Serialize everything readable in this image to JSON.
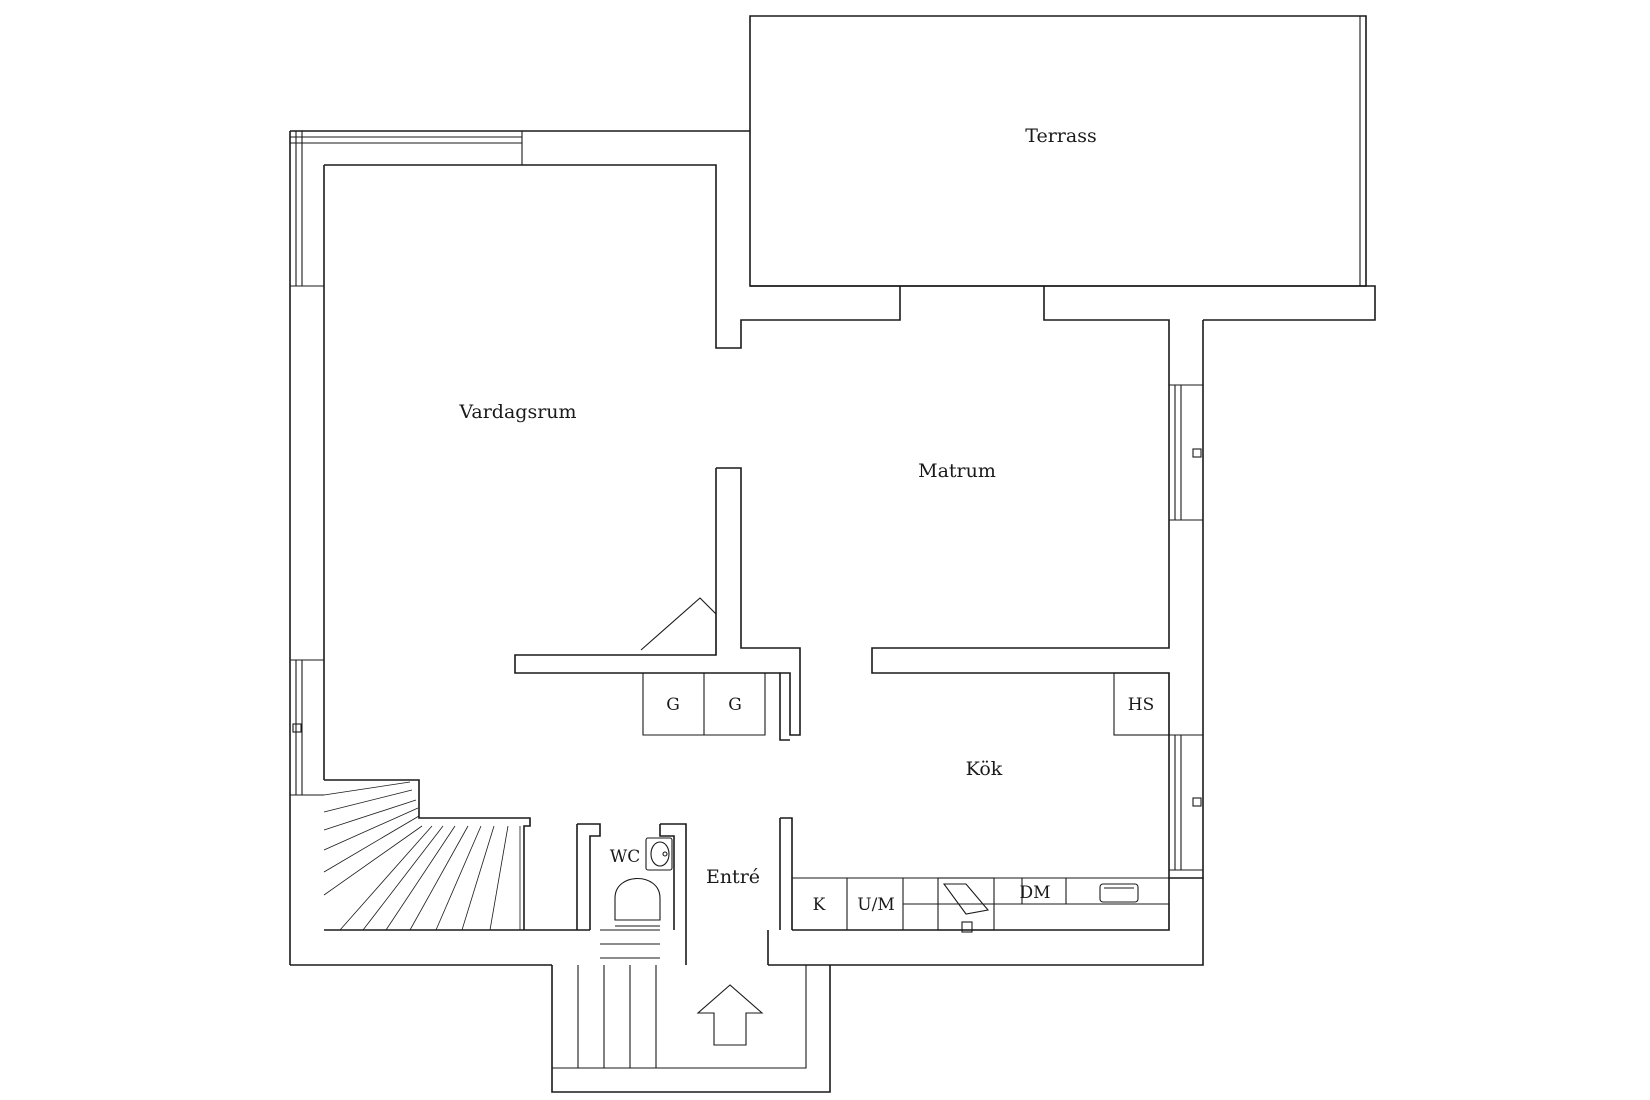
{
  "rooms": {
    "terrace": "Terrass",
    "living_room": "Vardagsrum",
    "dining_room": "Matrum",
    "kitchen": "Kök",
    "entrance": "Entré",
    "wc": "WC"
  },
  "fixtures": {
    "wardrobe_1": "G",
    "wardrobe_2": "G",
    "tall_cabinet": "HS",
    "fridge": "K",
    "oven_micro": "U/M",
    "dishwasher": "DM"
  },
  "colors": {
    "line": "#1a1a1a",
    "background": "#ffffff"
  }
}
